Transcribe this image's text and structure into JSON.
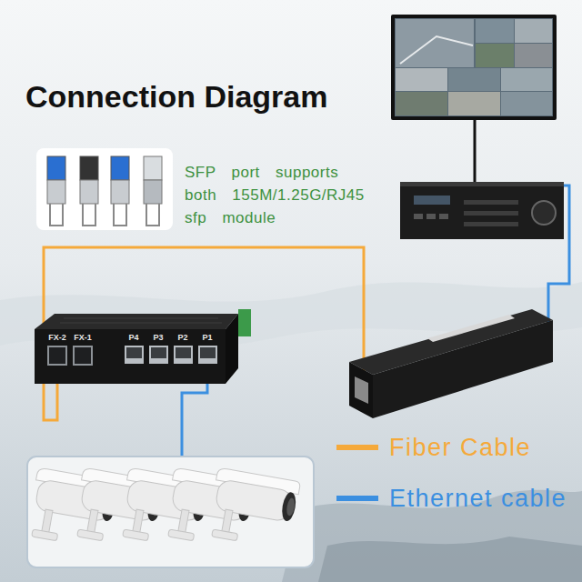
{
  "diagram": {
    "title": "Connection Diagram",
    "nodes": [
      {
        "text": [
          "FX-2"
        ]
      },
      {
        "text": [
          "FX-1"
        ]
      },
      {
        "text": [
          "P4"
        ]
      },
      {
        "text": [
          "P3"
        ]
      },
      {
        "text": [
          "P2"
        ]
      },
      {
        "text": [
          "P1"
        ]
      }
    ],
    "labels": [
      "SFP port supports both 155M/1.25G/RJ45 sfp module"
    ],
    "legend": [
      {
        "text": "Fiber Cable",
        "color": "#f5a93a"
      },
      {
        "text": "Ethernet cable",
        "color": "#3b8fe0"
      }
    ]
  }
}
